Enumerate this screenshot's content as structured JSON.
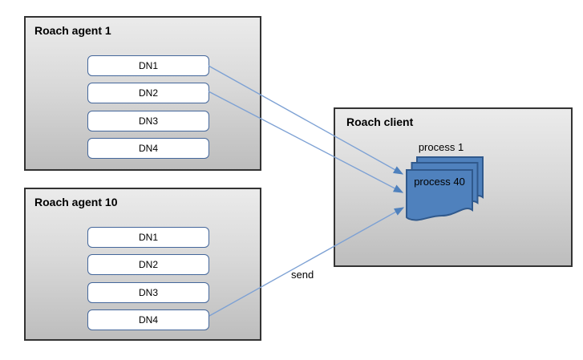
{
  "agents": [
    {
      "title": "Roach agent 1",
      "nodes": [
        "DN1",
        "DN2",
        "DN3",
        "DN4"
      ]
    },
    {
      "title": "Roach agent 10",
      "nodes": [
        "DN1",
        "DN2",
        "DN3",
        "DN4"
      ]
    }
  ],
  "client": {
    "title": "Roach client",
    "stack_top_label": "process 1",
    "stack_front_label": "process 40"
  },
  "edges": [
    {
      "from": "agent-1.DN1",
      "to": "client.process-stack",
      "label": ""
    },
    {
      "from": "agent-1.DN2",
      "to": "client.process-stack",
      "label": ""
    },
    {
      "from": "agent-10.DN4",
      "to": "client.process-stack",
      "label": "send"
    }
  ],
  "colors": {
    "box_gradient_top": "#ebebeb",
    "box_gradient_bottom": "#bdbdbd",
    "box_border": "#333333",
    "node_border": "#44679b",
    "node_fill": "#ffffff",
    "edge_line": "#7da1d4",
    "edge_arrowhead": "#4f81bd",
    "doc_fill": "#4f81bd",
    "doc_border": "#30598c",
    "text": "#000000"
  }
}
